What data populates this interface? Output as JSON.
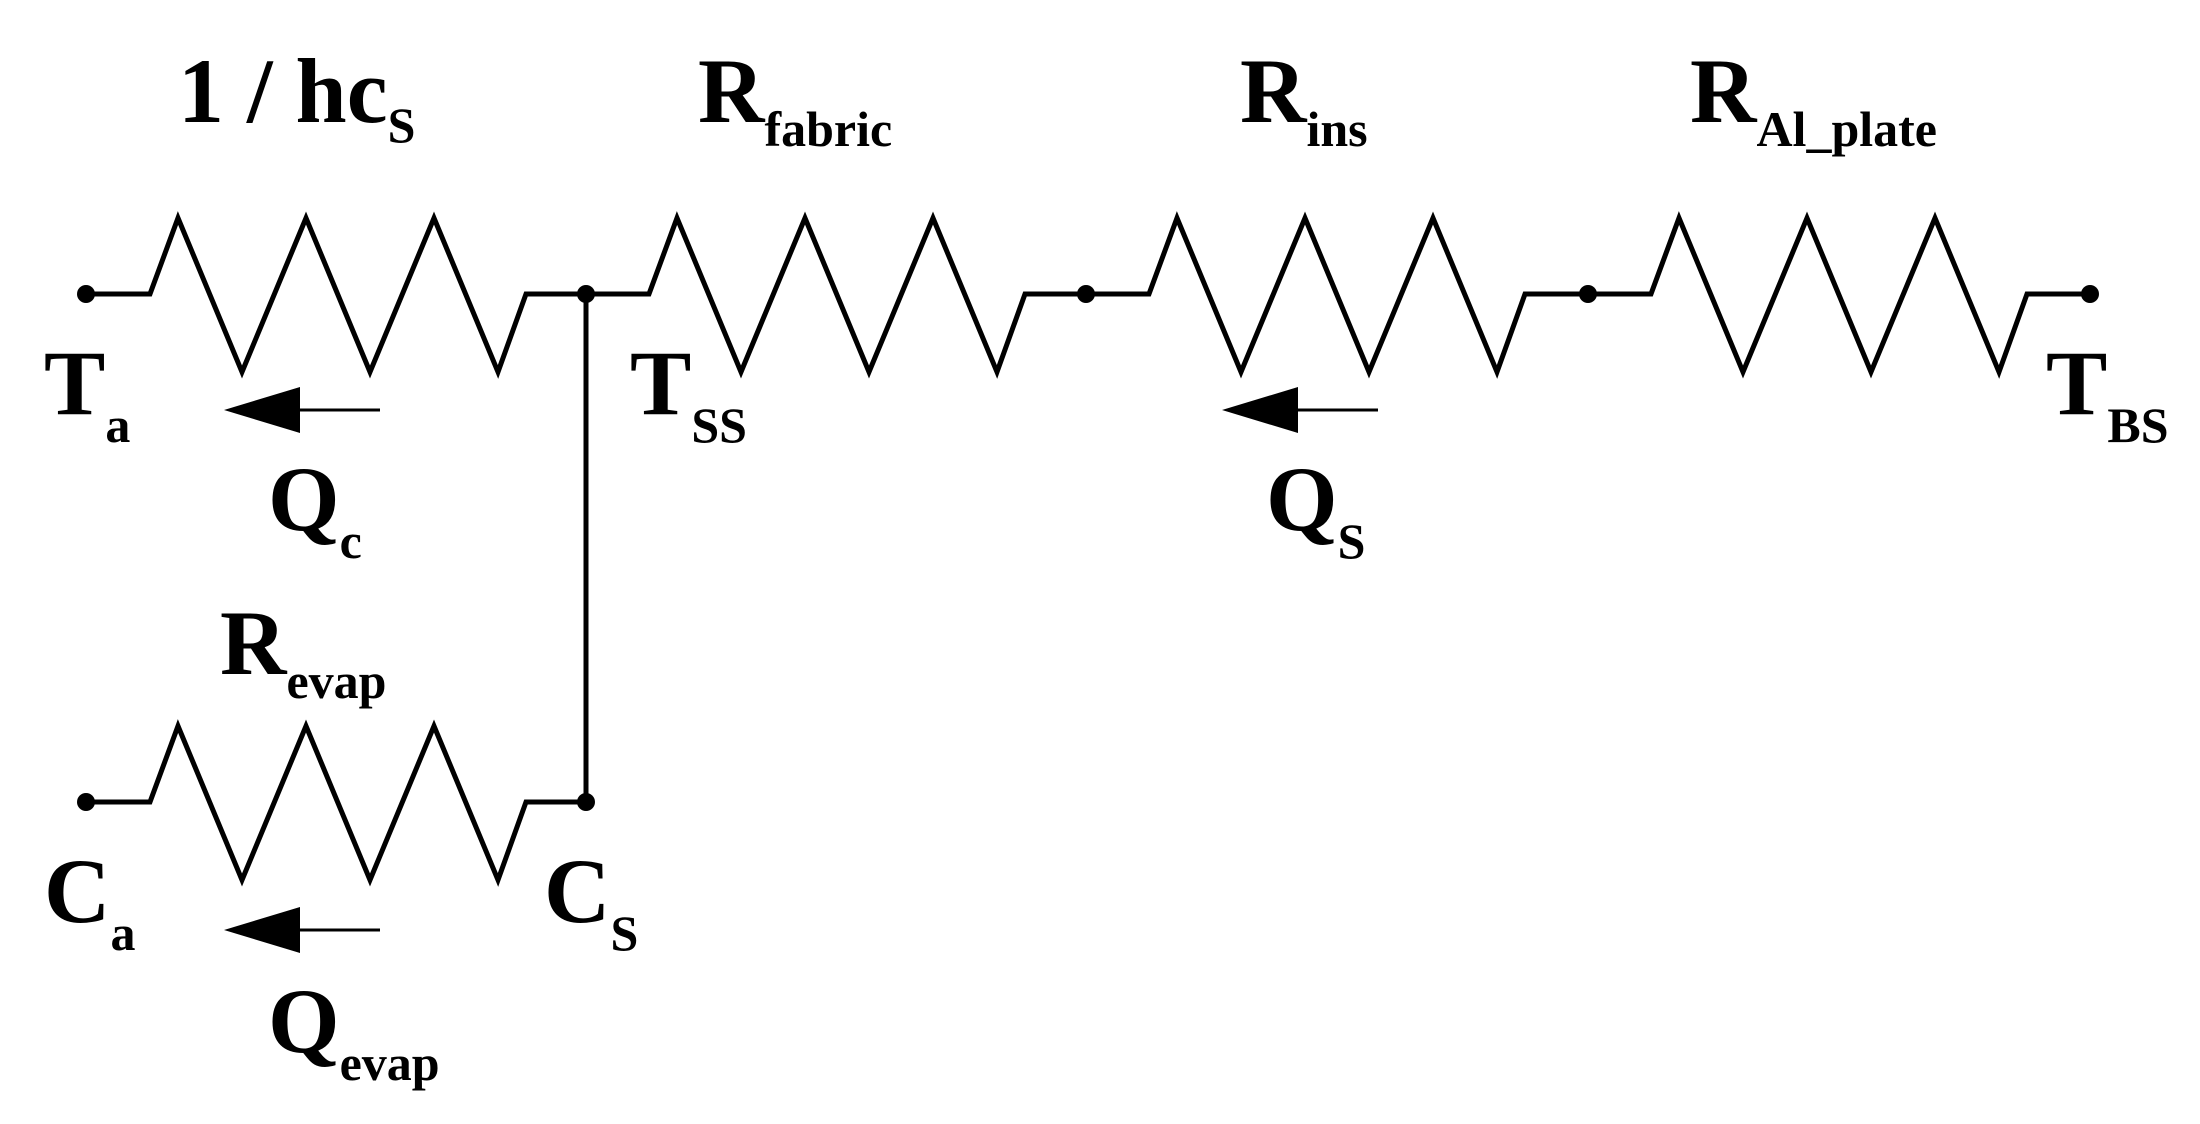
{
  "labels": {
    "hc": {
      "main": "1 / hc",
      "sub": "S"
    },
    "r_fabric": {
      "main": "R",
      "sub": "fabric"
    },
    "r_ins": {
      "main": "R",
      "sub": "ins"
    },
    "r_al": {
      "main": "R",
      "sub": "Al_plate"
    },
    "r_evap": {
      "main": "R",
      "sub": "evap"
    },
    "t_a": {
      "main": "T",
      "sub": "a"
    },
    "t_ss": {
      "main": "T",
      "sub": "SS"
    },
    "t_bs": {
      "main": "T",
      "sub": "BS"
    },
    "q_c": {
      "main": "Q",
      "sub": "c"
    },
    "q_s": {
      "main": "Q",
      "sub": "S"
    },
    "c_a": {
      "main": "C",
      "sub": "a"
    },
    "c_s": {
      "main": "C",
      "sub": "S"
    },
    "q_evap": {
      "main": "Q",
      "sub": "evap"
    }
  }
}
